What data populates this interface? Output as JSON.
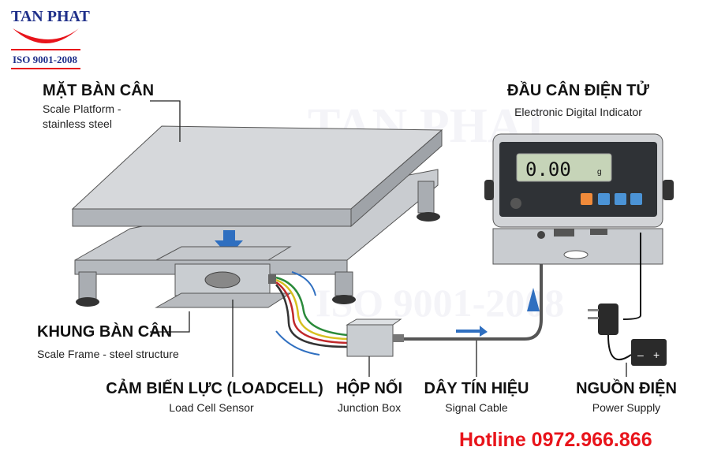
{
  "logo": {
    "name": "TAN PHAT",
    "cert": "ISO 9001-2008",
    "colors": {
      "blue": "#1f2f8a",
      "red": "#e8141b"
    }
  },
  "watermark": {
    "name": "TAN PHAT",
    "cert": "ISO 9001-2008"
  },
  "labels": {
    "platform": {
      "title": "MẶT BÀN CÂN",
      "sub1": "Scale Platform -",
      "sub2": "stainless steel"
    },
    "frame": {
      "title": "KHUNG BÀN CÂN",
      "sub": "Scale Frame - steel structure"
    },
    "loadcell": {
      "title": "CẢM BIẾN LỰC (LOADCELL)",
      "sub": "Load Cell Sensor"
    },
    "junction": {
      "title": "HỘP NỐI",
      "sub": "Junction Box"
    },
    "cable": {
      "title": "DÂY TÍN HIỆU",
      "sub": "Signal Cable"
    },
    "power": {
      "title": "NGUỒN ĐIỆN",
      "sub": "Power Supply"
    },
    "indicator": {
      "title": "ĐẦU CÂN ĐIỆN TỬ",
      "sub": "Electronic Digital Indicator"
    }
  },
  "indicator_display": {
    "reading": "0.00",
    "unit": "g"
  },
  "hotline": "Hotline 0972.966.866"
}
